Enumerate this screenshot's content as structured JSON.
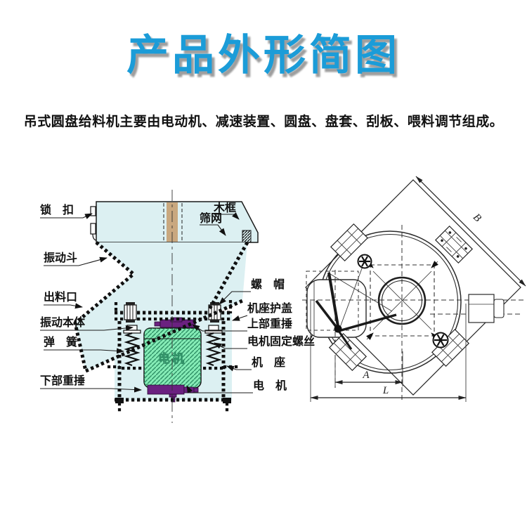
{
  "title": {
    "text": "产品外形简图"
  },
  "intro": {
    "text": "吊式圆盘给料机主要由电动机、减速装置、圆盘、盘套、刮板、喂料调节组成。"
  },
  "colors": {
    "title_blue": "#1b9cd8",
    "diagram_fill": "#dcf0f2",
    "motor_green": "#85ecb6",
    "hammer_purple": "#6b2180",
    "wood_tan": "#c9a87f"
  },
  "side_view": {
    "labels": {
      "lock": "锁　扣",
      "hopper": "振动斗",
      "outlet": "出料口",
      "body": "振动本体",
      "spring": "弹　簧",
      "lower_hammer": "下部重捶",
      "wood_frame": "木框",
      "mesh": "筛网",
      "nut": "螺　帽",
      "base_cover": "机座护盖",
      "upper_hammer": "上部重捶",
      "motor_screw": "电机固定螺丝",
      "base": "机　座",
      "motor": "电　机",
      "motor_core": "电机"
    }
  },
  "top_view": {
    "dim_a": "A",
    "dim_l": "L",
    "dim_b": "B"
  }
}
